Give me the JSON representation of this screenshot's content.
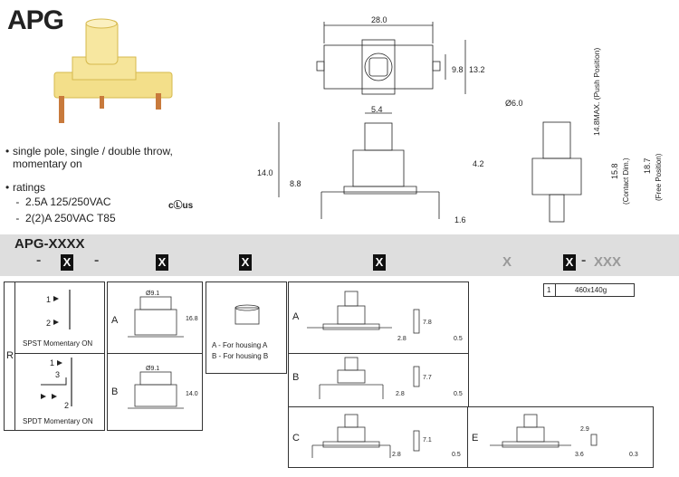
{
  "header": {
    "title": "APG"
  },
  "specs": {
    "line1": "single pole, single / double throw,",
    "line2": "momentary on",
    "ratings_label": "ratings",
    "rating1": "2.5A 125/250VAC",
    "rating2": "2(2)A 250VAC T85",
    "cert_mark": "cⓁus"
  },
  "drawing": {
    "dim_top_width": "28.0",
    "dim_side_9_8": "9.8",
    "dim_side_13_2": "13.2",
    "dim_5_4": "5.4",
    "dim_14_0": "14.0",
    "dim_8_8": "8.8",
    "dim_4_2": "4.2",
    "dim_1_6": "1.6",
    "dim_dia_6": "Ø6.0",
    "dim_14_8": "14.8MAX. (Push Position)",
    "dim_15_8": "15.8",
    "contact_dim": "(Contact Dim.)",
    "dim_18_7": "18.7",
    "free_pos": "(Free Position)"
  },
  "code": {
    "title": "APG-XXXX",
    "x": "X",
    "dash": "-",
    "suffix": "XXX"
  },
  "table": {
    "r_label": "R",
    "spst_label": "SPST Momentary ON",
    "spdt_label": "SPDT Momentary ON",
    "pin1": "1",
    "pin2": "2",
    "pin3": "3",
    "a": "A",
    "b": "B",
    "c": "C",
    "e": "E",
    "dia_9_1": "Ø9.1",
    "h_16_8": "16.8",
    "h_14_0": "14.0",
    "housing_a": "A - For housing A",
    "housing_b": "B - For housing B",
    "t_7_8": "7.8",
    "t_7_7": "7.7",
    "t_7_1": "7.1",
    "t_2_8": "2.8",
    "t_0_5": "0.5",
    "t_2_9": "2.9",
    "t_3_6": "3.6",
    "t_0_3": "0.3",
    "weight_num": "1",
    "weight_val": "460x140g"
  }
}
